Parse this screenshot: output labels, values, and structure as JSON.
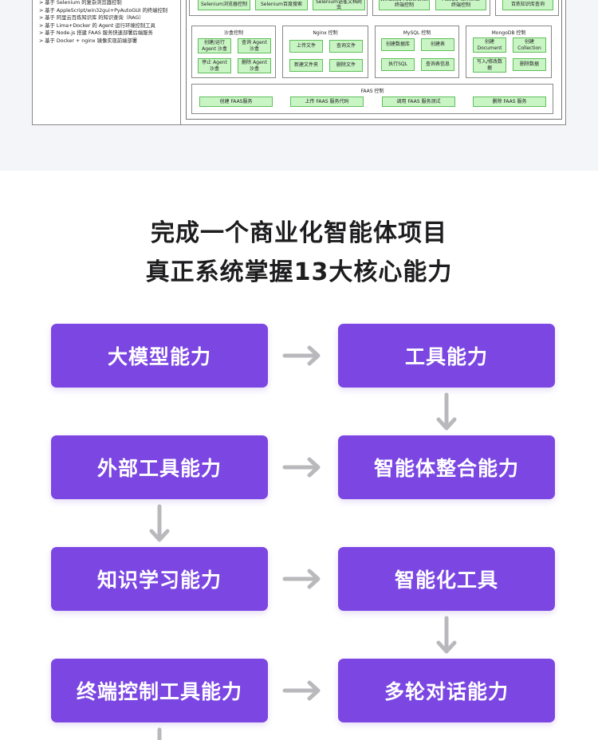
{
  "architecture": {
    "features": [
      "> 基于 Selenium 的复杂浏览器控制",
      "> 基于 AppleScript/win32gui+PyAutoGUI 的终端控制",
      "> 基于 阿里云百炼知识库 的知识查询（RAG）",
      "> 基于 Lima+Docker 的 Agent 运行环境控制工具",
      "> 基于 Node.js 搭建 FAAS 服务快速部署后端服务",
      "> 基于 Docker + nginx 镜像实现前端部署"
    ],
    "top_row": {
      "browser": [
        "Selenium浏览器控制",
        "Selenium百度搜索",
        "Selenium语雀文档爬虫"
      ],
      "terminal": [
        "Windows Powershell\n终端控制",
        "MacOS Terminal\n终端控制"
      ],
      "knowledge": [
        "百炼知识库查询"
      ]
    },
    "groups": [
      {
        "title": "沙盒控制",
        "items": [
          "创建/运行\nAgent 沙盒",
          "查询 Agent\n沙盒",
          "停止 Agent\n沙盒",
          "删除 Agent\n沙盒"
        ]
      },
      {
        "title": "Nginx 控制",
        "items": [
          "上传文件",
          "查询文件",
          "新建文件夹",
          "删除文件"
        ]
      },
      {
        "title": "MySQL 控制",
        "items": [
          "创建数据库",
          "创建表",
          "执行SQL",
          "查询表信息"
        ]
      },
      {
        "title": "MongoDB 控制",
        "items": [
          "创建\nDocument",
          "创建\nCollection",
          "写入/修改数\n据",
          "删除数据"
        ]
      }
    ],
    "faas": {
      "title": "FAAS 控制",
      "items": [
        "创建 FAAS服务",
        "上传 FAAS 服务代码",
        "调用 FAAS 服务测试",
        "删除 FAAS 服务"
      ]
    }
  },
  "heading": {
    "line1": "完成一个商业化智能体项目",
    "line2": "真正系统掌握13大核心能力"
  },
  "flow": [
    {
      "label": "大模型能力"
    },
    {
      "label": "工具能力"
    },
    {
      "label": "外部工具能力"
    },
    {
      "label": "智能体整合能力"
    },
    {
      "label": "知识学习能力"
    },
    {
      "label": "智能化工具"
    },
    {
      "label": "终端控制工具能力"
    },
    {
      "label": "多轮对话能力"
    }
  ],
  "colors": {
    "box": "#7b46e2",
    "arrow": "#b9b9bd",
    "tool_button": "#c9f5c5",
    "band": "#f4f5f9"
  }
}
